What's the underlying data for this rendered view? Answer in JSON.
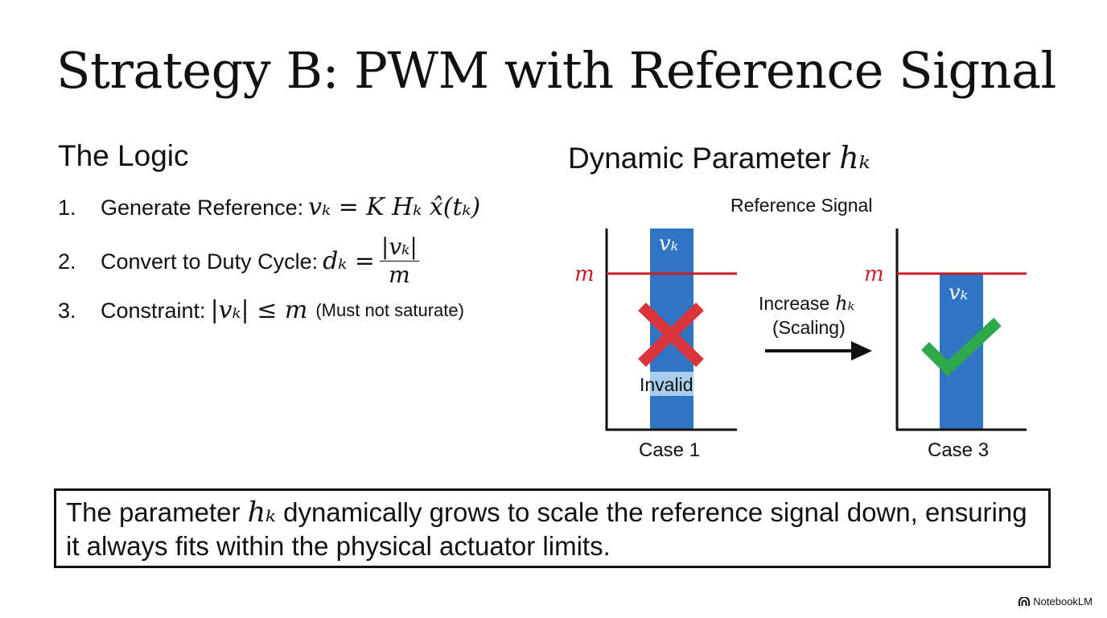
{
  "title": "Strategy B: PWM with Reference Signal",
  "left": {
    "heading": "The Logic",
    "steps": [
      {
        "num": "1.",
        "label": "Generate Reference:",
        "formula": "v_k = K H_k x̂(t_k)"
      },
      {
        "num": "2.",
        "label": "Convert to Duty Cycle:",
        "formula_lhs": "d_k =",
        "numerator": "|v_k|",
        "denominator": "m"
      },
      {
        "num": "3.",
        "label": "Constraint:",
        "formula": "|v_k| ≤ m",
        "note": "(Must not saturate)"
      }
    ]
  },
  "right": {
    "heading_text": "Dynamic Parameter",
    "heading_symbol": "h_k",
    "diagram_title": "Reference Signal",
    "cases": [
      {
        "label": "Case 1",
        "limit_label": "m",
        "bar_label": "v_k",
        "status_text": "Invalid",
        "status": "invalid"
      },
      {
        "label": "Case 3",
        "limit_label": "m",
        "bar_label": "v_k",
        "status": "valid"
      }
    ],
    "arrow_text_line1": "Increase",
    "arrow_symbol": "h_k",
    "arrow_text_line2": "(Scaling)"
  },
  "summary": {
    "part1": "The parameter",
    "symbol": "h_k",
    "part2": "dynamically grows to scale the reference signal down, ensuring it always fits within the physical actuator limits."
  },
  "brand": "NotebookLM",
  "colors": {
    "bar": "#2f74c5",
    "limit_line": "#c81e28",
    "invalid_mark": "#d9353b",
    "valid_mark": "#2ea84a",
    "invalid_label_bg": "#a9cdec"
  }
}
